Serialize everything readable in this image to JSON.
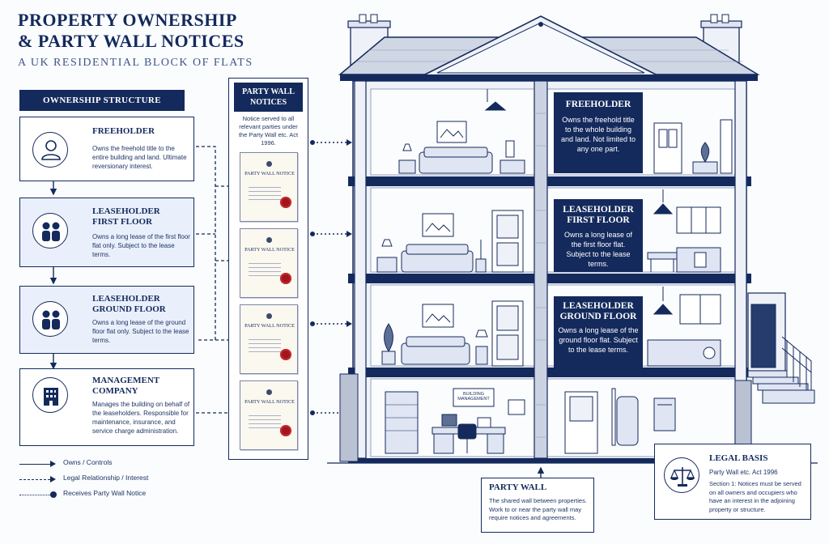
{
  "title": {
    "line1": "PROPERTY OWNERSHIP",
    "line2": "& PARTY WALL NOTICES",
    "subtitle": "A UK RESIDENTIAL BLOCK OF FLATS"
  },
  "ownership": {
    "header": "OWNERSHIP STRUCTURE",
    "items": [
      {
        "title": "FREEHOLDER",
        "description": "Owns the freehold title to the entire building and land. Ultimate reversionary interest.",
        "icon": "person-icon"
      },
      {
        "title": "LEASEHOLDER FIRST FLOOR",
        "description": "Owns a long lease of the first floor flat only. Subject to the lease terms.",
        "icon": "two-people-icon"
      },
      {
        "title": "LEASEHOLDER GROUND FLOOR",
        "description": "Owns a long lease of the ground floor flat only. Subject to the lease terms.",
        "icon": "two-people-icon"
      },
      {
        "title": "MANAGEMENT COMPANY",
        "description": "Manages the building on behalf of the leaseholders. Responsible for maintenance, insurance, and service charge administration.",
        "icon": "building-icon"
      }
    ]
  },
  "party_wall_notices": {
    "header": "PARTY WALL NOTICES",
    "description": "Notice served to all relevant parties under the Party Wall etc. Act 1996.",
    "notice_card_title": "PARTY WALL NOTICE"
  },
  "building_labels": [
    {
      "title": "FREEHOLDER",
      "description": "Owns the freehold title to the whole building and land. Not limited to any one part."
    },
    {
      "title": "LEASEHOLDER FIRST FLOOR",
      "description": "Owns a long lease of the first floor flat. Subject to the lease terms."
    },
    {
      "title": "LEASEHOLDER GROUND FLOOR",
      "description": "Owns a long lease of the ground floor flat. Subject to the lease terms."
    }
  ],
  "basement_sign": "BUILDING MANAGEMENT",
  "party_wall_callout": {
    "title": "PARTY WALL",
    "description": "The shared wall between properties. Work to or near the party wall may require notices and agreements."
  },
  "legal_basis": {
    "title": "LEGAL BASIS",
    "act": "Party Wall etc. Act 1996",
    "description": "Section 1: Notices must be served on all owners and occupiers who have an interest in the adjoining property or structure.",
    "icon": "scales-icon"
  },
  "legend": [
    {
      "style": "solid",
      "label": "Owns / Controls"
    },
    {
      "style": "dashed",
      "label": "Legal Relationship / Interest"
    },
    {
      "style": "dotted",
      "label": "Receives Party Wall Notice"
    }
  ],
  "colors": {
    "navy": "#142a5c",
    "light_blue": "#eaf0fb",
    "seal_red": "#a3141c",
    "paper": "#fbf8f0"
  }
}
